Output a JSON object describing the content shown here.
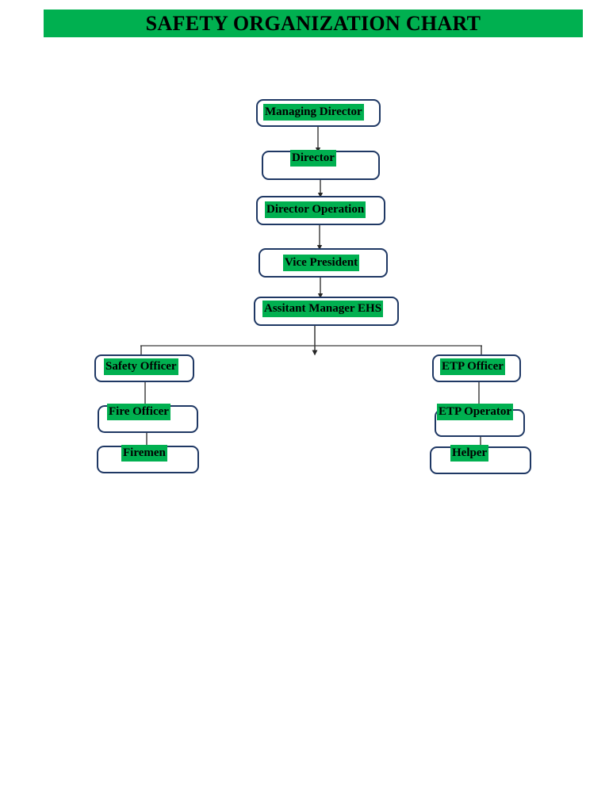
{
  "document": {
    "title": "SAFETY ORGANIZATION CHART"
  },
  "banner": {
    "text": "SAFETY ORGANIZATION CHART",
    "background_color": "#00b050",
    "text_color": "#000000"
  },
  "theme": {
    "accent_green": "#00b050",
    "node_border_color": "#1f3864",
    "node_fill_color": "#ffffff",
    "connector_color": "#262626",
    "page_background": "#ffffff"
  },
  "chart_data": {
    "type": "diagram",
    "diagram_kind": "organization-chart",
    "title": "SAFETY ORGANIZATION CHART",
    "orientation": "top-down",
    "nodes": [
      {
        "id": "managing-director",
        "label": "Managing Director",
        "level": 0
      },
      {
        "id": "director",
        "label": "Director",
        "level": 1
      },
      {
        "id": "director-operation",
        "label": "Director Operation",
        "level": 2
      },
      {
        "id": "vice-president",
        "label": "Vice President",
        "level": 3
      },
      {
        "id": "assistant-manager",
        "label": "Assitant Manager EHS",
        "level": 4
      },
      {
        "id": "safety-officer",
        "label": "Safety Officer",
        "level": 5,
        "branch": "left"
      },
      {
        "id": "etp-officer",
        "label": "ETP Officer",
        "level": 5,
        "branch": "right"
      },
      {
        "id": "fire-officer",
        "label": "Fire Officer",
        "level": 6,
        "branch": "left"
      },
      {
        "id": "etp-operator",
        "label": "ETP Operator",
        "level": 6,
        "branch": "right"
      },
      {
        "id": "firemen",
        "label": "Firemen",
        "level": 7,
        "branch": "left"
      },
      {
        "id": "helper",
        "label": "Helper",
        "level": 7,
        "branch": "right"
      }
    ],
    "edges": [
      {
        "from": "managing-director",
        "to": "director"
      },
      {
        "from": "director",
        "to": "director-operation"
      },
      {
        "from": "director-operation",
        "to": "vice-president"
      },
      {
        "from": "vice-president",
        "to": "assistant-manager"
      },
      {
        "from": "assistant-manager",
        "to": "safety-officer"
      },
      {
        "from": "assistant-manager",
        "to": "etp-officer"
      },
      {
        "from": "safety-officer",
        "to": "fire-officer"
      },
      {
        "from": "fire-officer",
        "to": "firemen"
      },
      {
        "from": "etp-officer",
        "to": "etp-operator"
      },
      {
        "from": "etp-operator",
        "to": "helper"
      }
    ]
  }
}
